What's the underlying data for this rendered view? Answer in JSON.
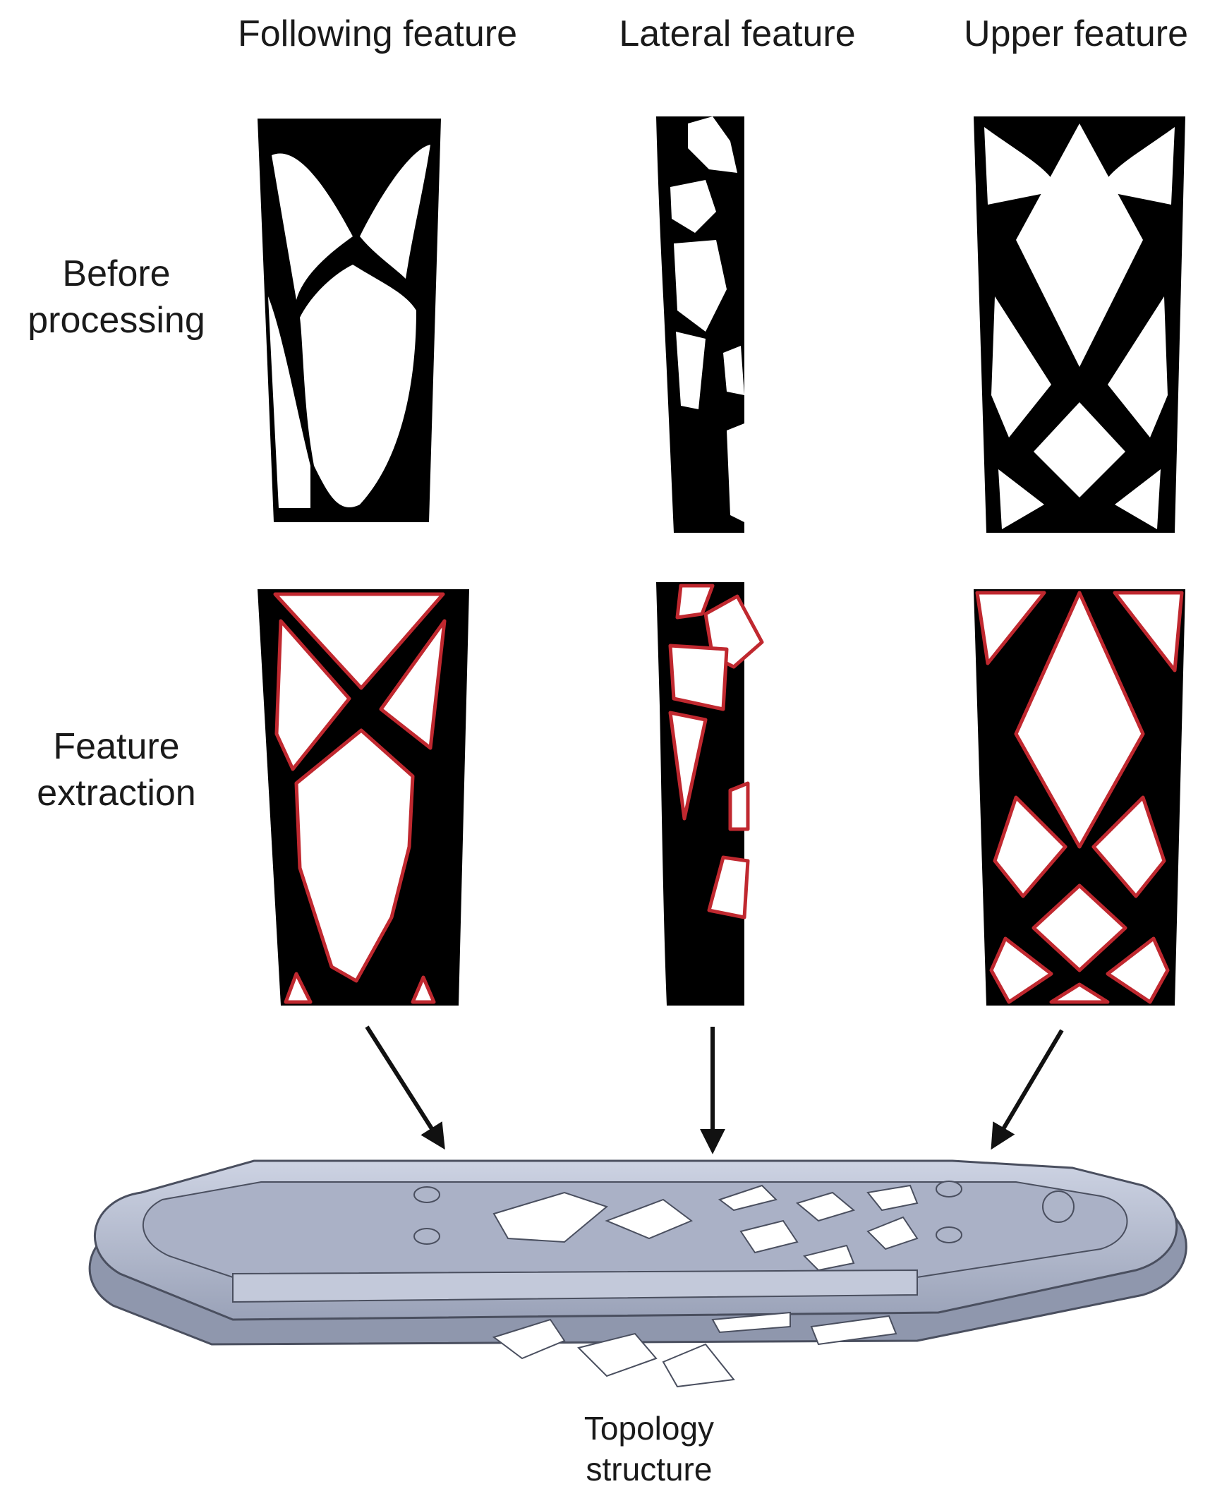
{
  "columns": {
    "following": "Following feature",
    "lateral": "Lateral feature",
    "upper": "Upper feature"
  },
  "rows": {
    "before_1": "Before",
    "before_2": "processing",
    "feature_1": "Feature",
    "feature_2": "extraction"
  },
  "caption": {
    "line1": "Topology",
    "line2": "structure"
  },
  "colors": {
    "material": "#000000",
    "void": "#ffffff",
    "outline": "#c0282f",
    "part_body": "#bcc3d6",
    "part_shadow": "#8f97ad",
    "part_edge": "#4a4f5f"
  }
}
